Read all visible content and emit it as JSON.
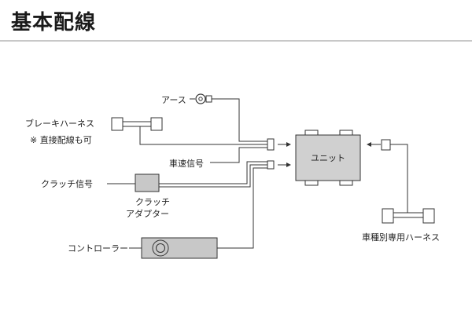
{
  "title": "基本配線",
  "labels": {
    "earth": "アース",
    "brake_harness": "ブレーキハーネス",
    "direct_note": "※ 直接配線も可",
    "speed_signal": "車速信号",
    "clutch_signal": "クラッチ信号",
    "clutch_adapter_1": "クラッチ",
    "clutch_adapter_2": "アダプター",
    "controller": "コントローラー",
    "unit": "ユニット",
    "vehicle_harness": "車種別専用ハーネス"
  },
  "colors": {
    "component_fill": "#c8c8c8",
    "unit_fill": "#d0d0d0",
    "line": "#333333",
    "rule": "#c8c8c8"
  }
}
